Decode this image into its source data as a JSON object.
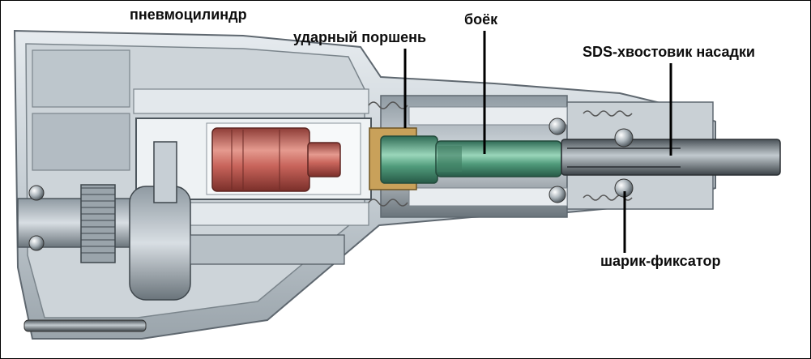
{
  "labels": {
    "pneumocylinder": "пневмоцилиндр",
    "impact_piston": "ударный поршень",
    "striker": "боёк",
    "sds_shank": "SDS-хвостовик насадки",
    "locking_ball": "шарик-фиксатор"
  },
  "colors": {
    "housing_light": "#d7dde2",
    "housing_mid": "#a9b3ba",
    "housing_dark": "#5f6870",
    "piston_red": "#c8645b",
    "striker_green": "#4f9a7a",
    "seal_gold": "#c9a15a",
    "leader_line": "#000000"
  }
}
